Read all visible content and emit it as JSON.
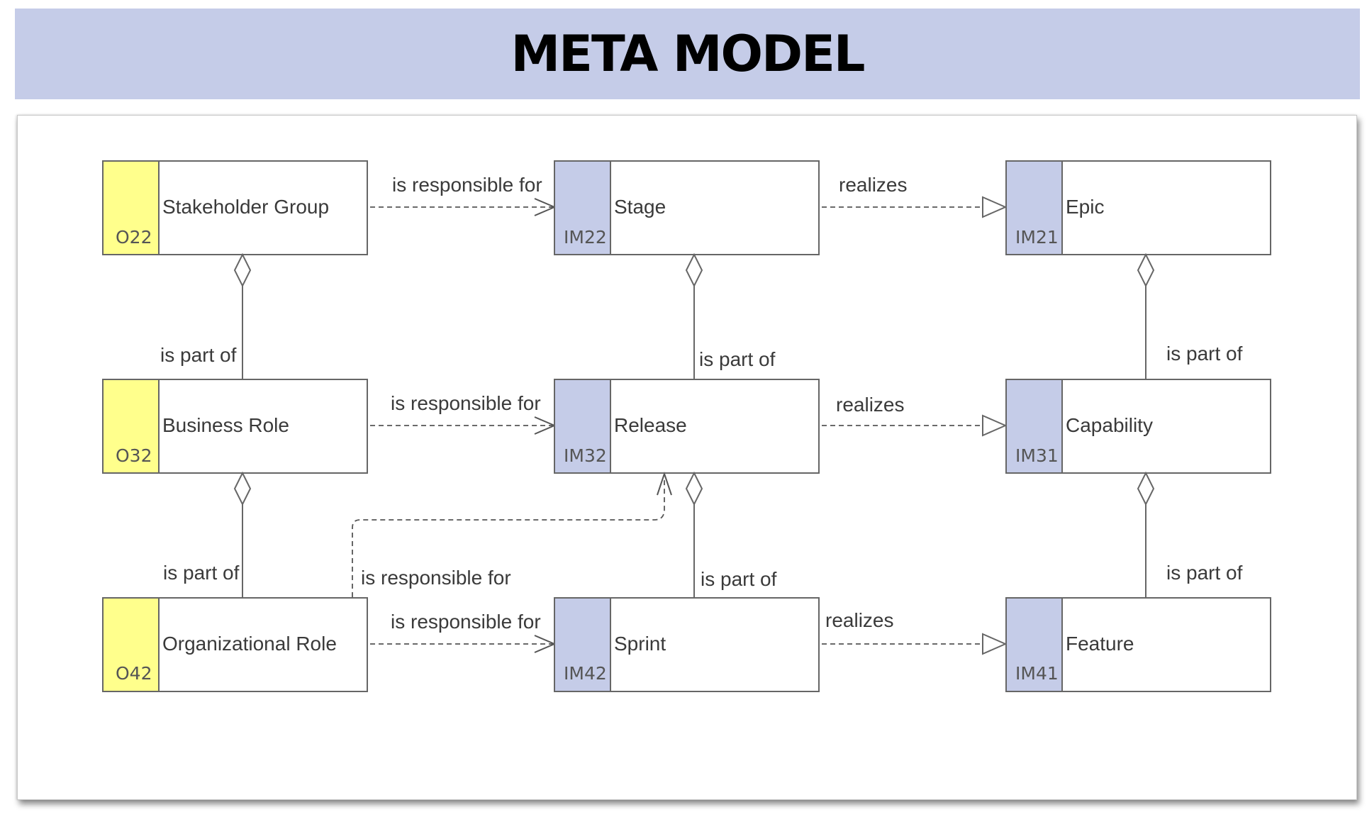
{
  "title": "META MODEL",
  "colors": {
    "header_bg": "#c5cce8",
    "org_tab": "#ffff8c",
    "im_tab": "#c5cce8"
  },
  "nodes": {
    "stakeholder_group": {
      "label": "Stakeholder Group",
      "code": "O22"
    },
    "stage": {
      "label": "Stage",
      "code": "IM22"
    },
    "epic": {
      "label": "Epic",
      "code": "IM21"
    },
    "business_role": {
      "label": "Business Role",
      "code": "O32"
    },
    "release": {
      "label": "Release",
      "code": "IM32"
    },
    "capability": {
      "label": "Capability",
      "code": "IM31"
    },
    "organizational_role": {
      "label": "Organizational Role",
      "code": "O42"
    },
    "sprint": {
      "label": "Sprint",
      "code": "IM42"
    },
    "feature": {
      "label": "Feature",
      "code": "IM41"
    }
  },
  "edges": {
    "stakeholder_stage": "is responsible for",
    "stage_epic": "realizes",
    "business_release": "is responsible for",
    "release_capability": "realizes",
    "org_release": "is responsible for",
    "org_sprint": "is responsible for",
    "sprint_feature": "realizes",
    "business_part_of_stakeholder": "is part of",
    "release_part_of_stage": "is part of",
    "capability_part_of_epic": "is part of",
    "org_part_of_business": "is part of",
    "sprint_part_of_release": "is part of",
    "feature_part_of_capability": "is part of"
  }
}
